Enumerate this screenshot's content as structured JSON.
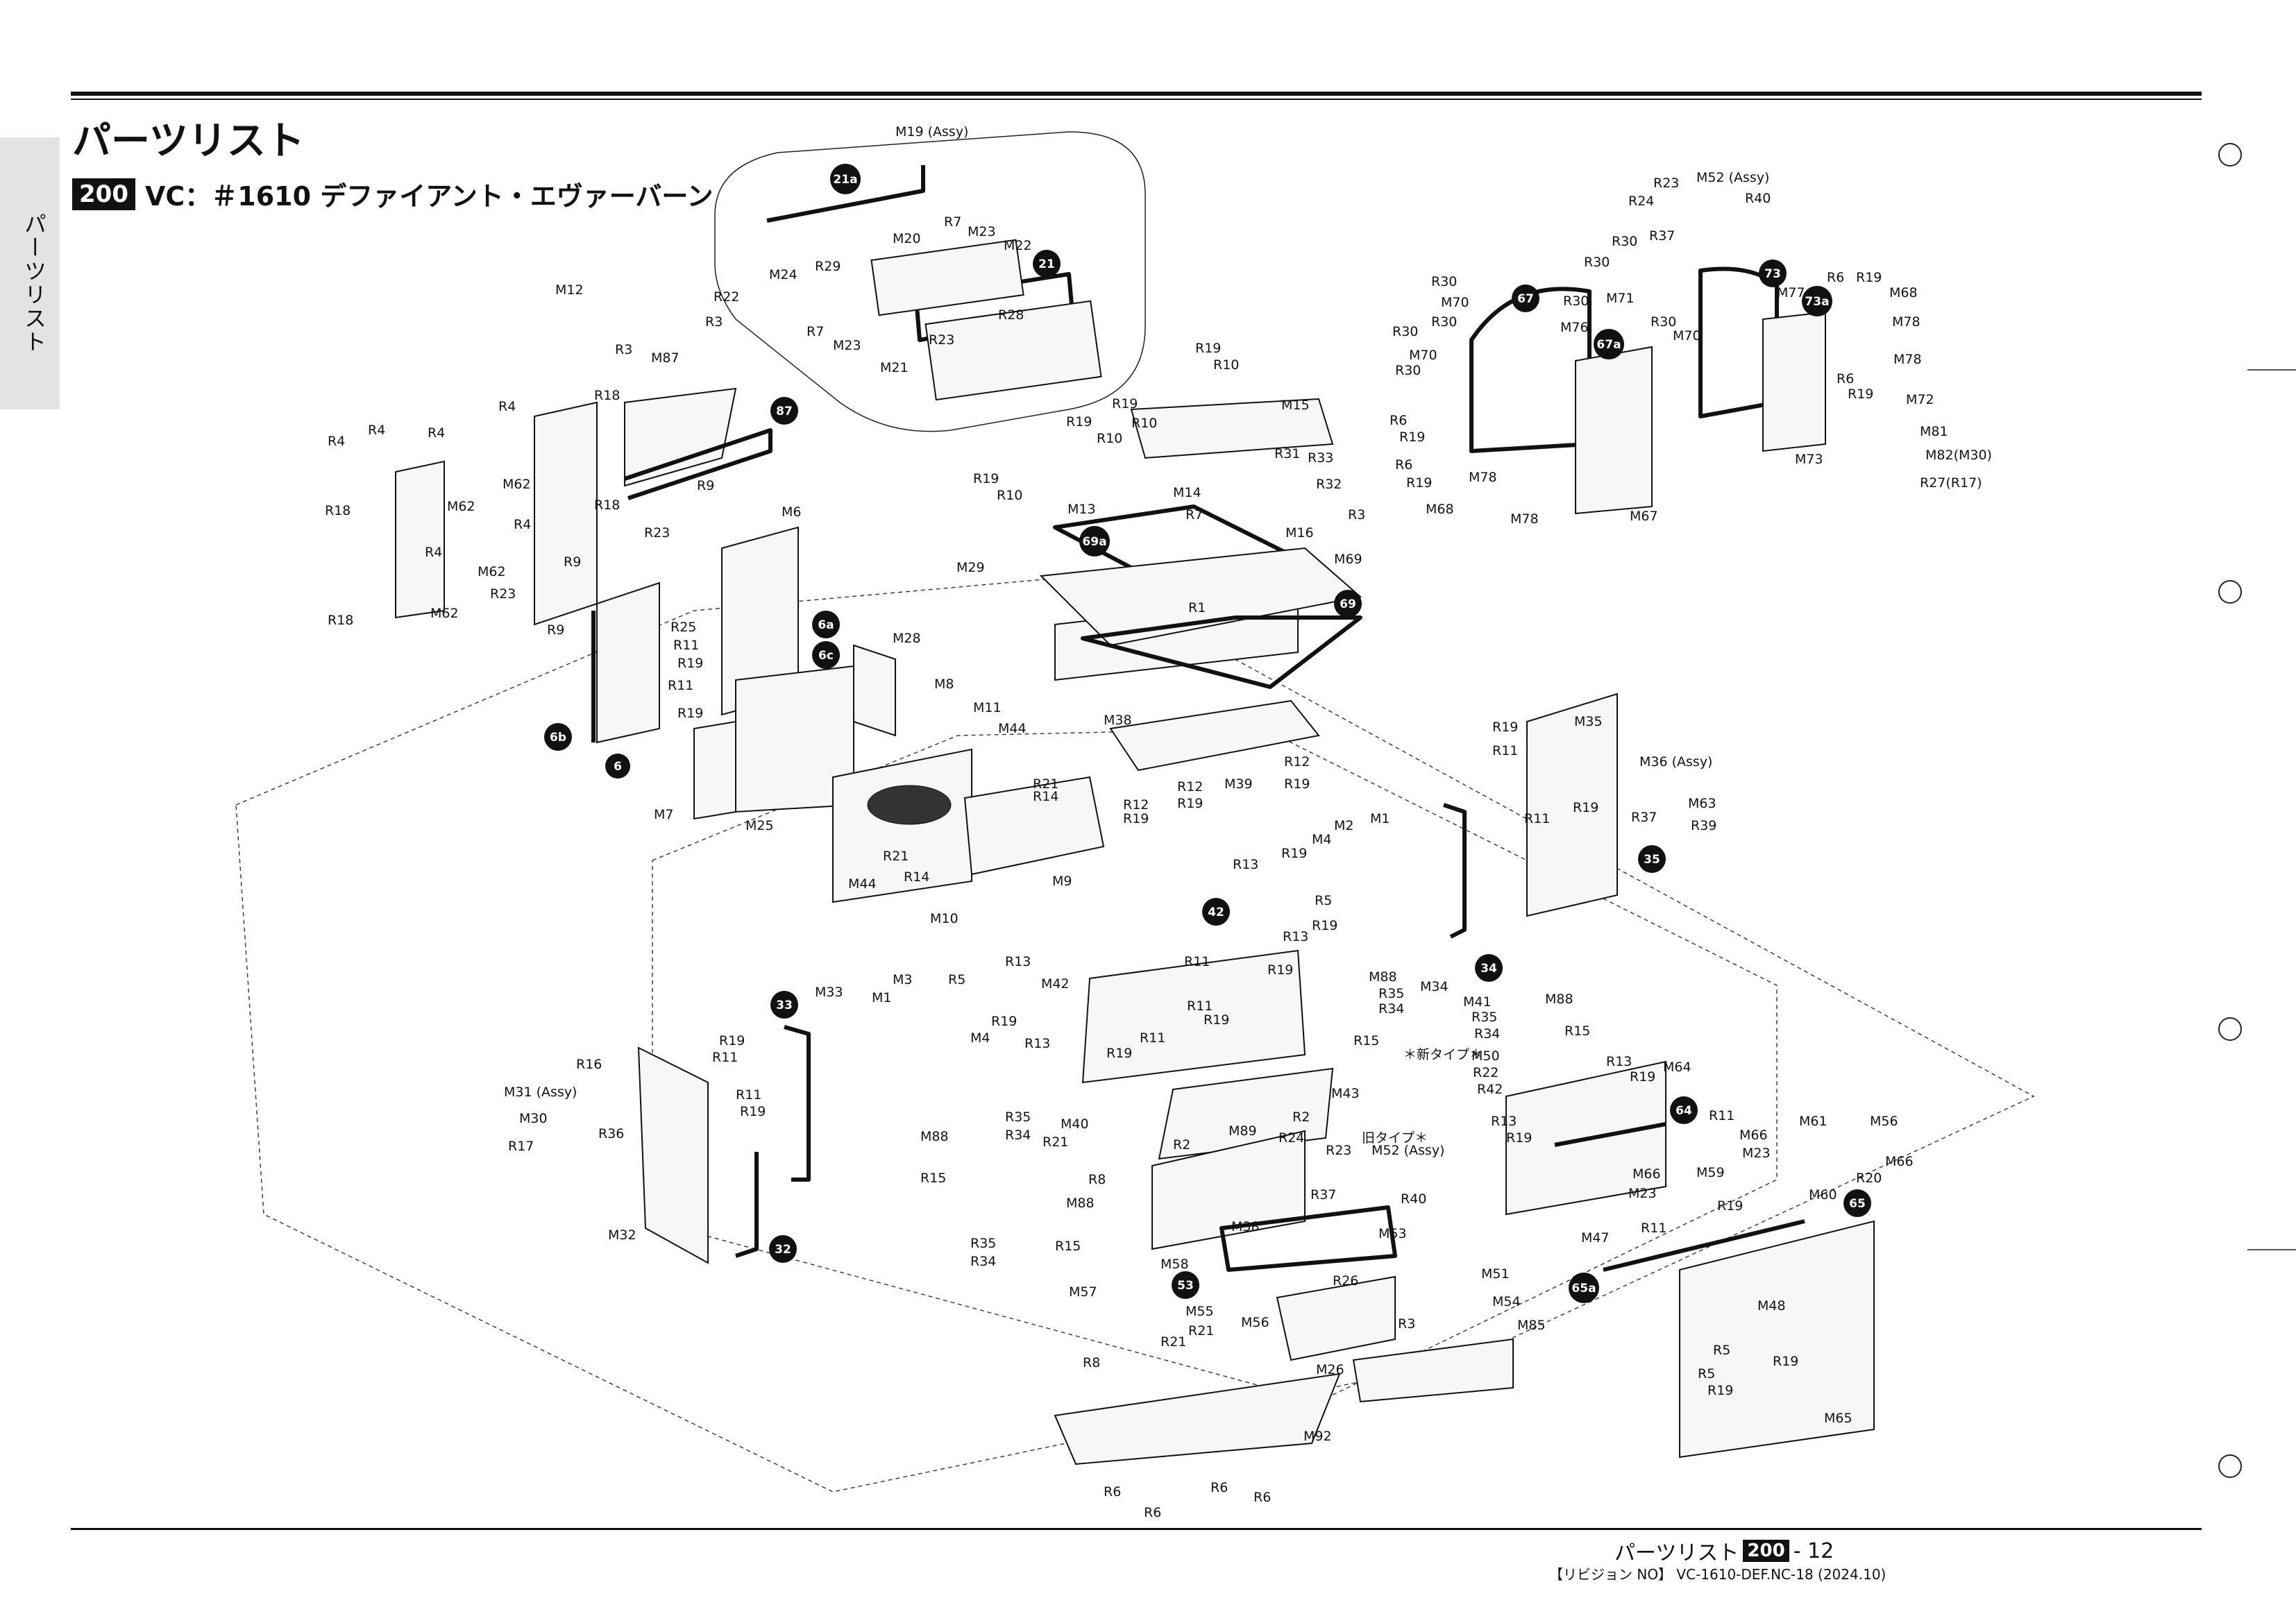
{
  "header": {
    "title": "パーツリスト",
    "side_tab": "パーツリスト",
    "section_badge": "200",
    "section_title": "VC：＃1610 デファイアント・エヴァーバーン"
  },
  "labels": [
    "M19 (Assy)",
    "21a",
    "R7",
    "M23",
    "M20",
    "M22",
    "R29",
    "M24",
    "21",
    "R22",
    "R28",
    "R23",
    "M21",
    "R19",
    "R10",
    "R3",
    "M87",
    "M12",
    "R18",
    "R4",
    "M62",
    "R9",
    "R23",
    "R25",
    "R11",
    "6a",
    "6c",
    "M6",
    "M28",
    "M8",
    "6b",
    "6",
    "M7",
    "87",
    "M29",
    "M15",
    "R31",
    "R33",
    "M14",
    "R32",
    "M13",
    "R7",
    "M16",
    "69a",
    "M69",
    "R1",
    "69",
    "M38",
    "M11",
    "M44",
    "R21",
    "R14",
    "M25",
    "R12",
    "M39",
    "M9",
    "M10",
    "M2",
    "M4",
    "M1",
    "R5",
    "R13",
    "42",
    "M34",
    "34",
    "M88",
    "M41",
    "R35",
    "R34",
    "R15",
    "M42",
    "R11",
    "M3",
    "33",
    "M33",
    "R16",
    "M31 (Assy)",
    "M30",
    "R17",
    "M32",
    "32",
    "M36",
    "M43",
    "M89",
    "R24",
    "R2",
    "M40",
    "M40",
    "R8",
    "M38",
    "M58",
    "53",
    "M53",
    "M55",
    "M56",
    "M57",
    "R26",
    "M51",
    "M54",
    "M85",
    "M26",
    "M92",
    "R6",
    "M52 (Assy)",
    "R37",
    "R40",
    "R30",
    "M70",
    "M71",
    "67",
    "M76",
    "67a",
    "73",
    "M77",
    "73a",
    "M68",
    "M78",
    "M72",
    "M81",
    "M82(M30)",
    "R27(R17)",
    "M67",
    "M73",
    "M35",
    "M36 (Assy)",
    "M63",
    "R39",
    "35",
    "M64",
    "64",
    "M66",
    "M59",
    "M61",
    "M56",
    "M60",
    "R20",
    "65",
    "65a",
    "M47",
    "M48",
    "M65",
    "M50",
    "R22",
    "R42",
    "M23",
    "M12"
  ],
  "annotations": {
    "new_type": "＊新タイプ＊",
    "old_type": "旧タイプ＊",
    "m52_assy": "M52 (Assy)"
  },
  "footer": {
    "left_text": "パーツリスト",
    "badge": "200",
    "page": "- 12",
    "revision": "【リビジョン NO】 VC-1610-DEF.NC-18 (2024.10)"
  }
}
